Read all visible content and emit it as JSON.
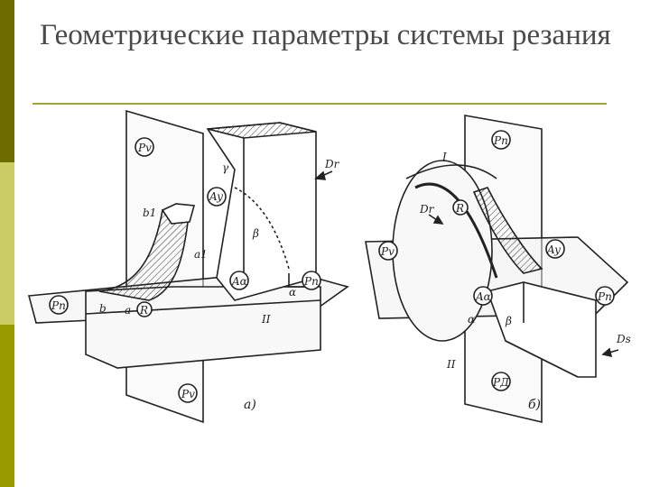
{
  "slide": {
    "title": "Геометрические параметры системы резания"
  },
  "figure_a": {
    "panel_label": "а)",
    "labels": {
      "pv_top": "Pv",
      "pv_bottom": "Pv",
      "pn_left": "Pn",
      "pn_right": "Pn",
      "dr": "Dr",
      "gamma": "γ",
      "ay": "Ay",
      "b1": "b1",
      "a1": "a1",
      "beta": "β",
      "aa": "Aα",
      "alpha": "α",
      "roman_ii": "II",
      "b": "b",
      "a": "a",
      "r": "R"
    }
  },
  "figure_b": {
    "panel_label": "б)",
    "labels": {
      "roman_i": "I",
      "pn_top": "Pn",
      "dr": "Dr",
      "r": "R",
      "pv": "Pv",
      "ay": "Ay",
      "pn_right": "Pn",
      "aa": "Aα",
      "alpha": "α",
      "beta": "β",
      "roman_ii": "II",
      "pd": "PД",
      "ds": "Ds"
    }
  }
}
